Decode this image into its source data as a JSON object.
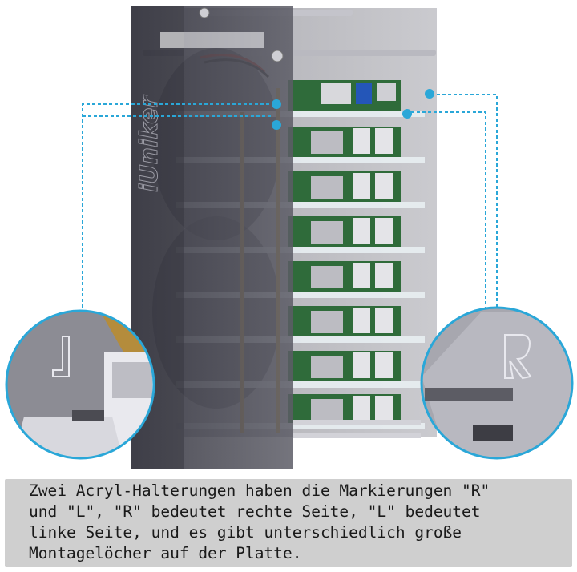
{
  "caption": {
    "text": "Zwei Acryl-Halterungen haben die Markierungen \"R\"\nund \"L\", \"R\" bedeutet rechte Seite, \"L\" bedeutet\nlinke Seite, und es gibt unterschiedlich große\nMontagelöcher auf der Platte."
  },
  "product": {
    "brand_mark": "iUniker",
    "callout_left_mark": "L",
    "callout_right_mark": "R"
  },
  "colors": {
    "callout_line": "#2aa7d8",
    "acrylic_side": "#4a4a55",
    "board_green": "#2f6b3a",
    "caption_background": "#c8c8c8"
  },
  "board_count": 8
}
